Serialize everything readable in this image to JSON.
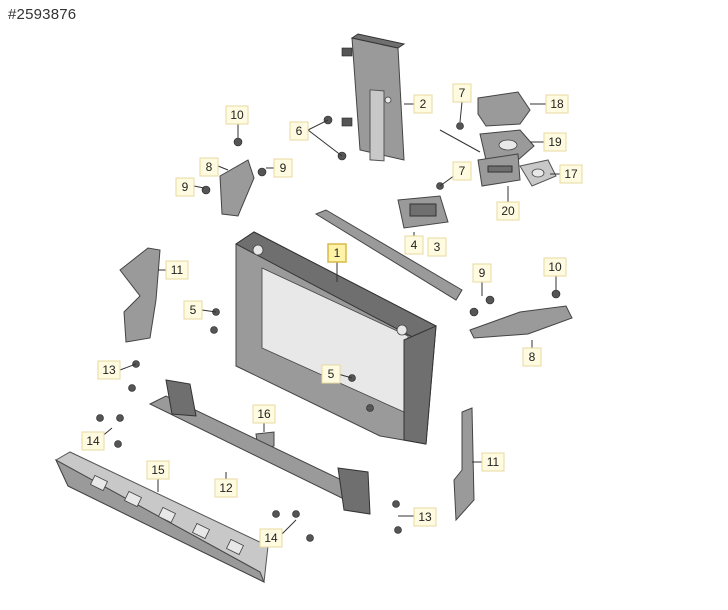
{
  "diagram_id": "#2593876",
  "callouts": {
    "c1": "1",
    "c2": "2",
    "c3": "3",
    "c4": "4",
    "c5a": "5",
    "c5b": "5",
    "c6": "6",
    "c7a": "7",
    "c7b": "7",
    "c8a": "8",
    "c8b": "8",
    "c9a": "9",
    "c9b": "9",
    "c9c": "9",
    "c10a": "10",
    "c10b": "10",
    "c11a": "11",
    "c11b": "11",
    "c12": "12",
    "c13a": "13",
    "c13b": "13",
    "c14a": "14",
    "c14b": "14",
    "c15": "15",
    "c16": "16",
    "c17": "17",
    "c18": "18",
    "c19": "19",
    "c20": "20"
  }
}
